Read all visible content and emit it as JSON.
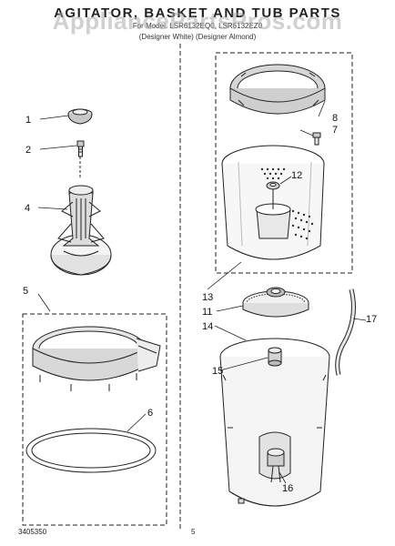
{
  "header": {
    "title": "AGITATOR, BASKET AND TUB PARTS",
    "subtitle_line1": "For Model: LSR6132EQ0, LSR6132EZ0",
    "subtitle_line2": "(Designer White) (Designer Almond)"
  },
  "watermark": "AppliancePartsPros.com",
  "footer": {
    "code": "3405350",
    "page": "5"
  },
  "callouts": {
    "c1": "1",
    "c2": "2",
    "c4": "4",
    "c5": "5",
    "c6": "6",
    "c7": "7",
    "c8": "8",
    "c11": "11",
    "c12": "12",
    "c13": "13",
    "c14": "14",
    "c15": "15",
    "c16": "16",
    "c17": "17"
  }
}
